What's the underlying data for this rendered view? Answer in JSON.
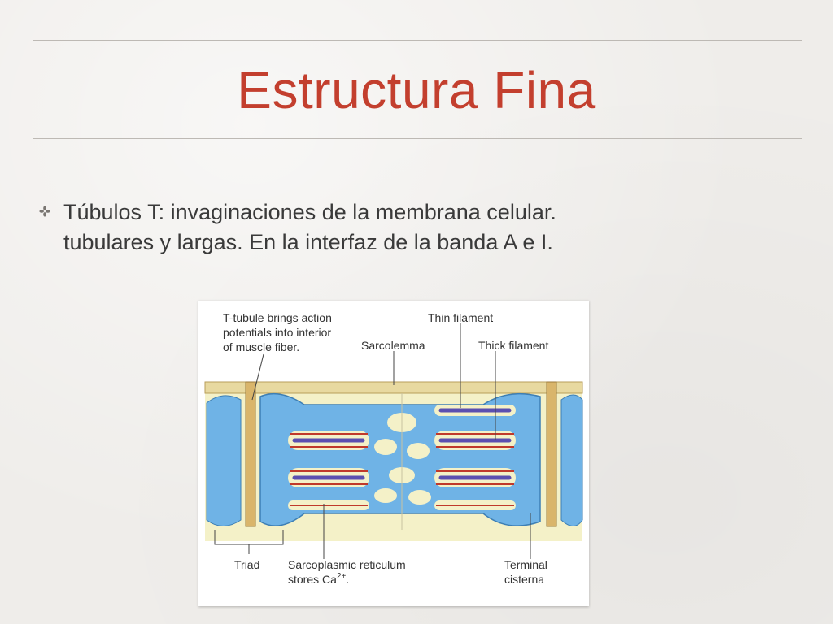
{
  "slide": {
    "title": "Estructura Fina",
    "bullet": {
      "icon": "fleuron-bullet-icon",
      "lines": [
        "Túbulos T: invaginaciones de la membrana celular.",
        "tubulares y largas. En la interfaz de la banda A e I."
      ]
    },
    "figure": {
      "labels": {
        "ttubule_1": "T-tubule brings action",
        "ttubule_2": "potentials into interior",
        "ttubule_3": "of muscle fiber.",
        "thin_filament": "Thin filament",
        "sarcolemma": "Sarcolemma",
        "thick_filament": "Thick filament",
        "triad": "Triad",
        "sr_1": "Sarcoplasmic reticulum",
        "sr_2": "stores Ca",
        "sr_2_sup": "2+",
        "sr_2_end": ".",
        "terminal_1": "Terminal",
        "terminal_2": "cisterna"
      }
    }
  },
  "colors": {
    "title": "#c33f2e",
    "body_text": "#3a3a3a",
    "sr_blue": "#6fb3e6",
    "filament_red": "#c0392b",
    "filament_purple": "#5b4fb0",
    "sarcolemma": "#e8d9a0"
  }
}
